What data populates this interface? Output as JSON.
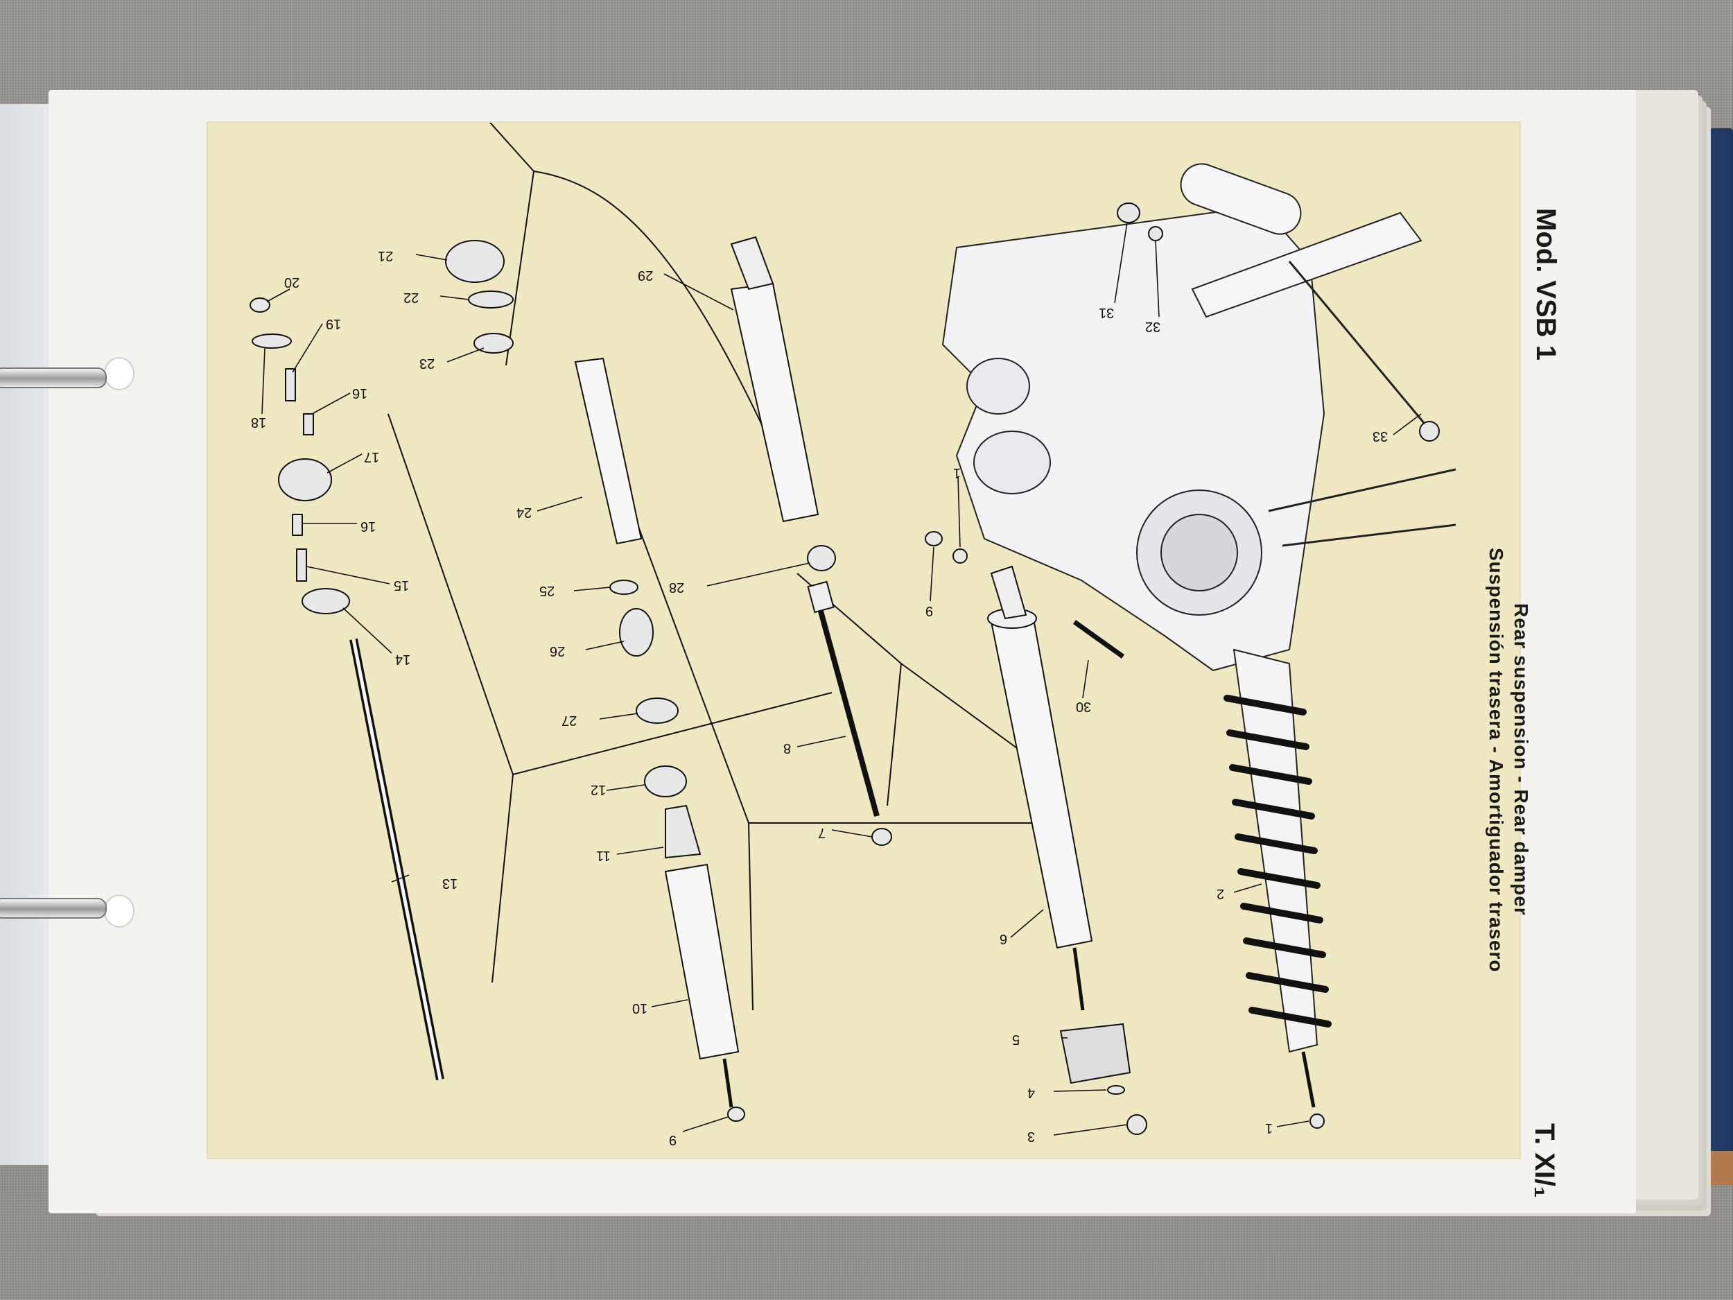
{
  "header": {
    "model": "Mod. VSB 1",
    "title_line_1": "Rear suspension - Rear damper",
    "title_line_2": "Suspensión trasera - Amortiguador trasero",
    "plate_ref": "T. XI/₁"
  },
  "parts": [
    {
      "id": "p1a",
      "label": "1"
    },
    {
      "id": "p1b",
      "label": "1"
    },
    {
      "id": "p2",
      "label": "2"
    },
    {
      "id": "p3",
      "label": "3"
    },
    {
      "id": "p4",
      "label": "4"
    },
    {
      "id": "p5",
      "label": "5"
    },
    {
      "id": "p6",
      "label": "6"
    },
    {
      "id": "p7",
      "label": "7"
    },
    {
      "id": "p8",
      "label": "8"
    },
    {
      "id": "p9a",
      "label": "9"
    },
    {
      "id": "p9b",
      "label": "9"
    },
    {
      "id": "p10",
      "label": "10"
    },
    {
      "id": "p11",
      "label": "11"
    },
    {
      "id": "p12",
      "label": "12"
    },
    {
      "id": "p13",
      "label": "13"
    },
    {
      "id": "p14",
      "label": "14"
    },
    {
      "id": "p15",
      "label": "15"
    },
    {
      "id": "p16a",
      "label": "16"
    },
    {
      "id": "p16b",
      "label": "16"
    },
    {
      "id": "p17",
      "label": "17"
    },
    {
      "id": "p18",
      "label": "18"
    },
    {
      "id": "p19",
      "label": "19"
    },
    {
      "id": "p20",
      "label": "20"
    },
    {
      "id": "p21",
      "label": "21"
    },
    {
      "id": "p22",
      "label": "22"
    },
    {
      "id": "p23",
      "label": "23"
    },
    {
      "id": "p24",
      "label": "24"
    },
    {
      "id": "p25",
      "label": "25"
    },
    {
      "id": "p26",
      "label": "26"
    },
    {
      "id": "p27",
      "label": "27"
    },
    {
      "id": "p28",
      "label": "28"
    },
    {
      "id": "p29",
      "label": "29"
    },
    {
      "id": "p30",
      "label": "30"
    },
    {
      "id": "p31",
      "label": "31"
    },
    {
      "id": "p32",
      "label": "32"
    },
    {
      "id": "p33",
      "label": "33"
    }
  ],
  "colors": {
    "plate": "#efe8c3",
    "ink": "#111111",
    "binder": "#2f4f86"
  }
}
